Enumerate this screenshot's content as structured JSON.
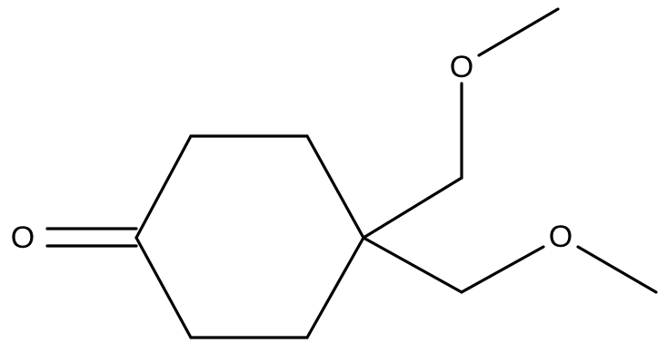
{
  "molecule": {
    "description_visible": false,
    "atoms": {
      "ketone_oxygen": "O",
      "upper_ether_oxygen": "O",
      "lower_ether_oxygen": "O"
    },
    "line_color": "#000000",
    "background_color": "#ffffff"
  }
}
